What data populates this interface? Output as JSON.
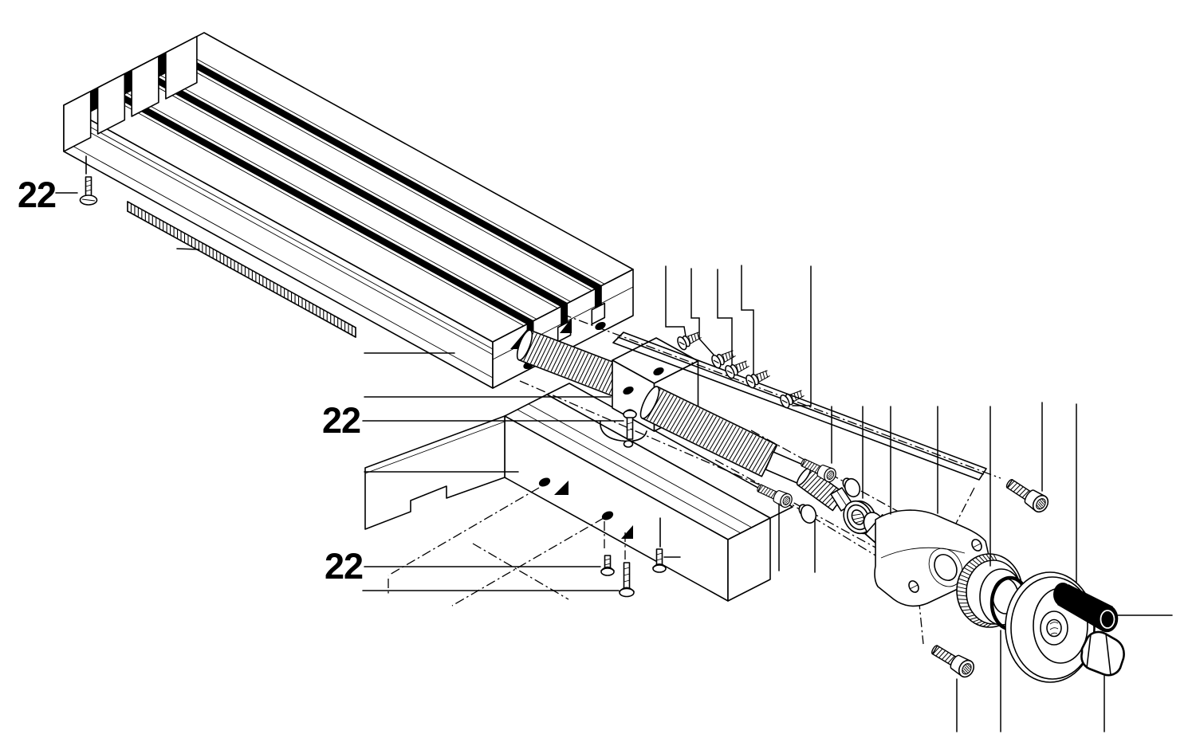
{
  "diagram": {
    "type": "exploded-parts-diagram",
    "subject": "cross-slide table with leadscrew and handwheel",
    "colors": {
      "background": "#ffffff",
      "line": "#000000",
      "slot_fill": "#000000",
      "handle_fill": "#000000"
    },
    "callouts": [
      {
        "id": "ruler-screw-callout",
        "label": "22"
      },
      {
        "id": "nut-clamp-screw-callout",
        "label": "22"
      },
      {
        "id": "base-screws-callout",
        "label": "22"
      }
    ],
    "parts": [
      "milling-table",
      "table-t-slots",
      "scale-ruler",
      "ruler-screw",
      "saddle-base",
      "base-mounting-screws",
      "feed-nut-block",
      "nut-clamp-screw",
      "leadscrew",
      "gib-strip",
      "gib-screws",
      "bracket-mount-screws",
      "spring-washers",
      "ball-bearing",
      "spacer-bushing",
      "leadscrew-end-bracket",
      "bracket-cap-screws",
      "graduated-dial",
      "retaining-ring",
      "handwheel",
      "handle-grip",
      "acorn-nut"
    ]
  }
}
